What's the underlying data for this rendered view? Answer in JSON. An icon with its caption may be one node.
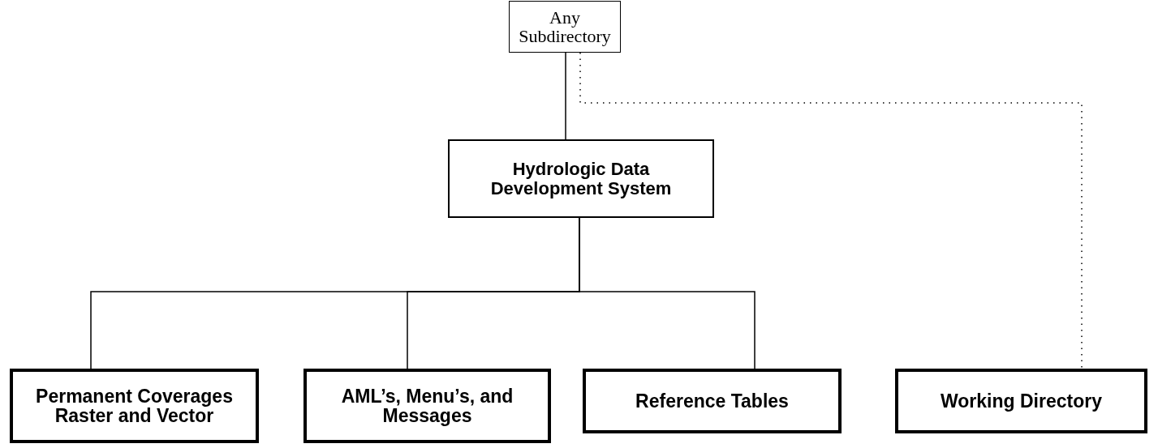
{
  "diagram": {
    "nodes": [
      {
        "text": [
          "Any Subdirectory"
        ]
      },
      {
        "text": [
          "Hydrologic Data Development System"
        ]
      },
      {
        "text": [
          "Permanent Coverages Raster and Vector"
        ]
      },
      {
        "text": [
          "AML’s, Menu’s, and Messages"
        ]
      },
      {
        "text": [
          "Reference Tables"
        ]
      },
      {
        "text": [
          "Working Directory"
        ]
      }
    ],
    "edges": [
      {
        "from": 0,
        "to": 1,
        "arrow": "none"
      },
      {
        "from": 1,
        "to": 2,
        "arrow": "none"
      },
      {
        "from": 1,
        "to": 3,
        "arrow": "none"
      },
      {
        "from": 1,
        "to": 4,
        "arrow": "none"
      },
      {
        "from": 0,
        "to": 5,
        "arrow": "none",
        "style": "dashed"
      }
    ]
  }
}
